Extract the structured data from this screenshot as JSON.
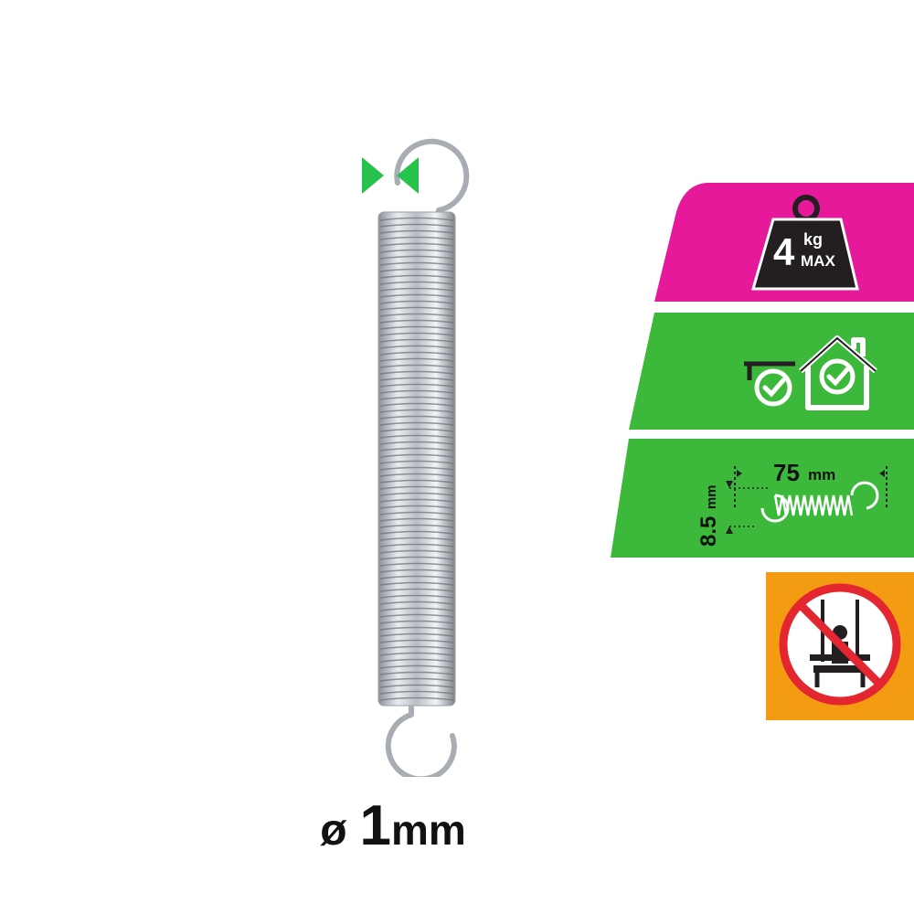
{
  "product": {
    "wire_diameter": {
      "symbol": "ø",
      "value": "1",
      "unit": "mm"
    }
  },
  "badges": {
    "max_load": {
      "value": "4",
      "unit": "kg",
      "label": "MAX"
    },
    "usage": {
      "icon": "indoor-outdoor-check-icon"
    },
    "dimensions": {
      "length_value": "75",
      "length_unit": "mm",
      "diameter_value": "8.5",
      "diameter_unit": "mm"
    },
    "warning": {
      "icon": "no-swing-icon"
    }
  },
  "colors": {
    "magenta": "#e6199b",
    "green": "#3cb93a",
    "orange": "#f39c12",
    "indicator_green": "#27c24c",
    "dark": "#231f20"
  }
}
